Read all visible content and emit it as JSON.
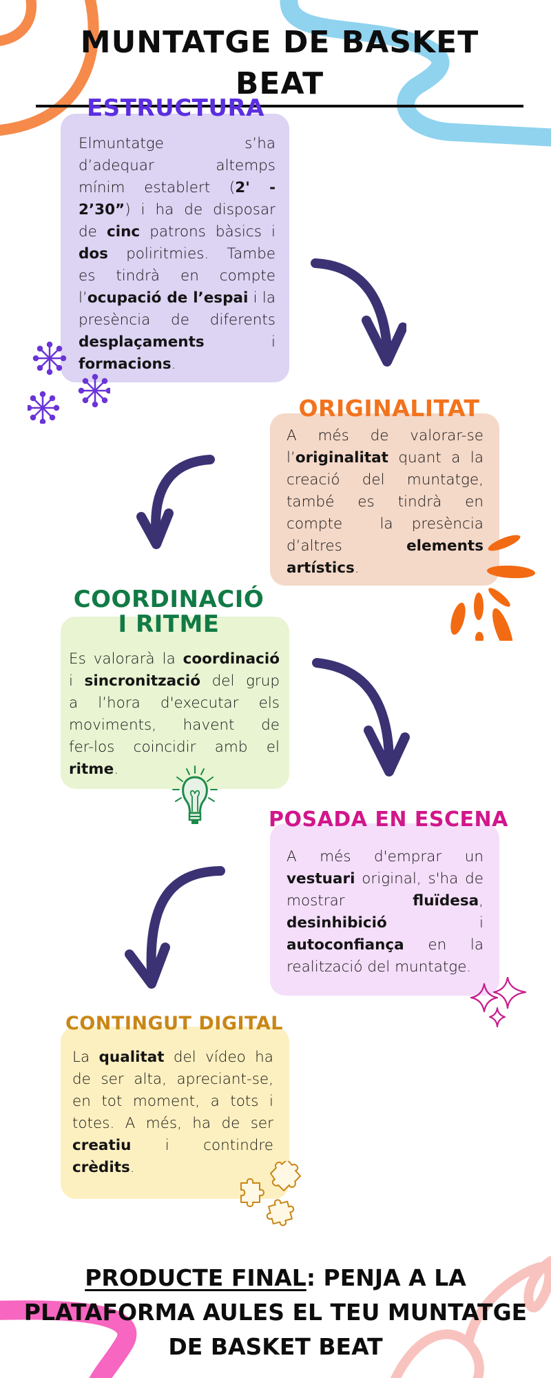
{
  "title": "MUNTATGE DE BASKET BEAT",
  "colors": {
    "arrow": "#3b3274",
    "estructura_heading": "#5b2ee0",
    "estructura_card": "#ddd3f3",
    "originalitat_heading": "#f2731d",
    "originalitat_card": "#f4d8c8",
    "coordinacio_heading": "#117a45",
    "coordinacio_card": "#e8f4d2",
    "posada_heading": "#d1168c",
    "posada_card": "#f5defa",
    "contingut_heading": "#c98616",
    "contingut_card": "#fdf0c0",
    "swirl_orange": "#f58a4b",
    "swirl_blue": "#8fd3ef",
    "swirl_pink": "#f766c0",
    "swirl_peach": "#f8c3be"
  },
  "sections": {
    "estructura": {
      "heading": "ESTRUCTURA",
      "lines": [
        [
          {
            "t": "El"
          },
          {
            "t": "muntatge"
          },
          {
            "t": "s’ha"
          }
        ],
        [
          {
            "t": "d’adequar"
          },
          {
            "t": "al"
          },
          {
            "t": "temps"
          }
        ],
        [
          {
            "t": "mínim"
          },
          {
            "t": "establert"
          },
          {
            "t": "("
          },
          {
            "t": "2' -",
            "b": true
          }
        ],
        [
          {
            "t": "2’30”",
            "b": true
          },
          {
            "t": ") i ha de disposar"
          }
        ],
        [
          {
            "t": "de "
          },
          {
            "t": "cinc",
            "b": true
          },
          {
            "t": " patrons bàsics i"
          }
        ],
        [
          {
            "t": "dos",
            "b": true
          },
          {
            "t": " poliritmies. Tambe"
          }
        ],
        [
          {
            "t": "es tindrà en compte"
          }
        ],
        [
          {
            "t": "l’"
          },
          {
            "t": "ocupació de l’espai",
            "b": true
          },
          {
            "t": " i la"
          }
        ],
        [
          {
            "t": "presència de diferents"
          }
        ],
        [
          {
            "t": "desplaçaments",
            "b": true
          },
          {
            "t": " i"
          }
        ],
        [
          {
            "t": "formacions",
            "b": true
          },
          {
            "t": "."
          }
        ]
      ]
    },
    "originalitat": {
      "heading": "ORIGINALITAT",
      "lines": [
        [
          {
            "t": "A més de valorar-se"
          }
        ],
        [
          {
            "t": "l’"
          },
          {
            "t": "originalitat",
            "b": true
          },
          {
            "t": " quant a la"
          }
        ],
        [
          {
            "t": "creació del muntatge,"
          }
        ],
        [
          {
            "t": "també es tindrà en"
          }
        ],
        [
          {
            "t": "compte  la presència"
          }
        ],
        [
          {
            "t": "d’altres "
          },
          {
            "t": "elements",
            "b": true
          }
        ],
        [
          {
            "t": "artístics",
            "b": true
          },
          {
            "t": "."
          }
        ]
      ]
    },
    "coordinacio": {
      "heading_line1": "COORDINACIÓ",
      "heading_line2": "I RITME",
      "lines": [
        [
          {
            "t": "Es valorarà la "
          },
          {
            "t": "coordinació",
            "b": true
          }
        ],
        [
          {
            "t": "i "
          },
          {
            "t": "sincronització",
            "b": true
          },
          {
            "t": " del grup"
          }
        ],
        [
          {
            "t": "a l’hora d'executar els"
          }
        ],
        [
          {
            "t": "moviments, havent de"
          }
        ],
        [
          {
            "t": "fer-los coincidir amb el"
          }
        ],
        [
          {
            "t": "ritme",
            "b": true
          },
          {
            "t": "."
          }
        ]
      ]
    },
    "posada": {
      "heading": "POSADA EN ESCENA",
      "lines": [
        [
          {
            "t": "A més d'emprar un"
          }
        ],
        [
          {
            "t": "vestuari",
            "b": true
          },
          {
            "t": " original, s'ha de"
          }
        ],
        [
          {
            "t": "mostrar "
          },
          {
            "t": "fluïdesa",
            "b": true
          },
          {
            "t": ","
          }
        ],
        [
          {
            "t": "desinhibició",
            "b": true
          },
          {
            "t": " i"
          }
        ],
        [
          {
            "t": "autoconfiança",
            "b": true
          },
          {
            "t": " en la"
          }
        ],
        [
          {
            "t": "realització del muntatge."
          }
        ]
      ]
    },
    "contingut": {
      "heading": "CONTINGUT DIGITAL",
      "lines": [
        [
          {
            "t": "La "
          },
          {
            "t": "qualitat",
            "b": true
          },
          {
            "t": " del vídeo ha"
          }
        ],
        [
          {
            "t": "de ser alta, apreciant-se,"
          }
        ],
        [
          {
            "t": "en tot moment, a tots i"
          }
        ],
        [
          {
            "t": "totes. A més, ha de ser"
          }
        ],
        [
          {
            "t": "creatiu",
            "b": true
          },
          {
            "t": " i contindre"
          }
        ],
        [
          {
            "t": "crèdits",
            "b": true
          },
          {
            "t": "."
          }
        ]
      ]
    }
  },
  "footer": {
    "label": "PRODUCTE FINAL",
    "line1_rest": ": PENJA A LA",
    "line2": "PLATAFORMA AULES EL TEU MUNTATGE",
    "line3": "DE BASKET BEAT"
  },
  "icons": {
    "arrows": [
      "curved-arrow-down-right",
      "curved-arrow-down-left",
      "curved-arrow-down-right",
      "curved-arrow-down-left"
    ],
    "decorations": [
      "sparkle-asterisk",
      "sunburst-splash",
      "lightbulb",
      "twinkle-stars",
      "puzzle-pieces",
      "swirl-lines"
    ]
  }
}
